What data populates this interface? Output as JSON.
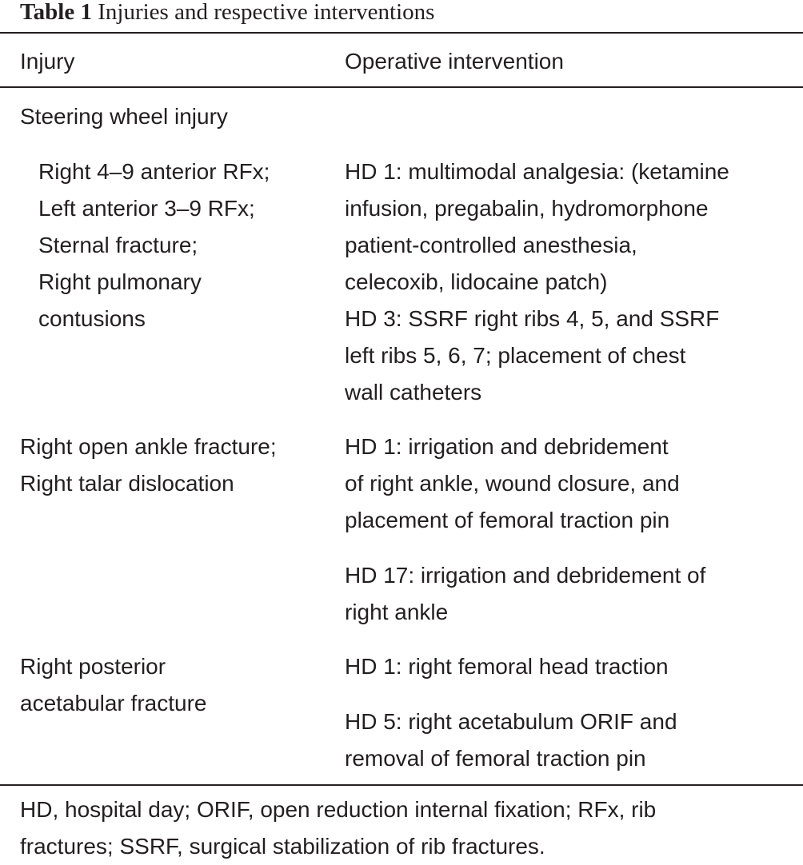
{
  "table": {
    "label": "Table 1",
    "title": "Injuries and respective interventions",
    "headers": {
      "injury": "Injury",
      "intervention": "Operative intervention"
    },
    "group_heading": "Steering wheel injury",
    "rows": [
      {
        "injury_lines": [
          "Right 4–9 anterior RFx;",
          "Left anterior 3–9 RFx;",
          "Sternal fracture;",
          "Right pulmonary",
          "contusions"
        ],
        "intervention_blocks": [
          [
            "HD 1: multimodal analgesia: (ketamine",
            "infusion, pregabalin, hydromorphone",
            "patient-controlled anesthesia,",
            "celecoxib, lidocaine patch)"
          ],
          [
            "HD 3: SSRF right ribs 4, 5, and SSRF",
            "left ribs 5, 6, 7; placement of chest",
            "wall catheters"
          ]
        ]
      },
      {
        "injury_lines": [
          "Right open ankle fracture;",
          "Right talar dislocation"
        ],
        "intervention_blocks": [
          [
            "HD 1: irrigation and debridement",
            "of right ankle, wound closure, and",
            "placement of femoral traction pin"
          ],
          [
            "HD 17: irrigation and debridement of",
            "right ankle"
          ]
        ]
      },
      {
        "injury_lines": [
          "Right posterior",
          "acetabular fracture"
        ],
        "intervention_blocks": [
          [
            "HD 1: right femoral head traction"
          ],
          [
            "HD 5: right acetabulum ORIF and",
            "removal of femoral traction pin"
          ]
        ]
      }
    ],
    "footnote_lines": [
      "HD, hospital day; ORIF, open reduction internal fixation; RFx, rib",
      "fractures; SSRF, surgical stabilization of rib fractures."
    ]
  }
}
